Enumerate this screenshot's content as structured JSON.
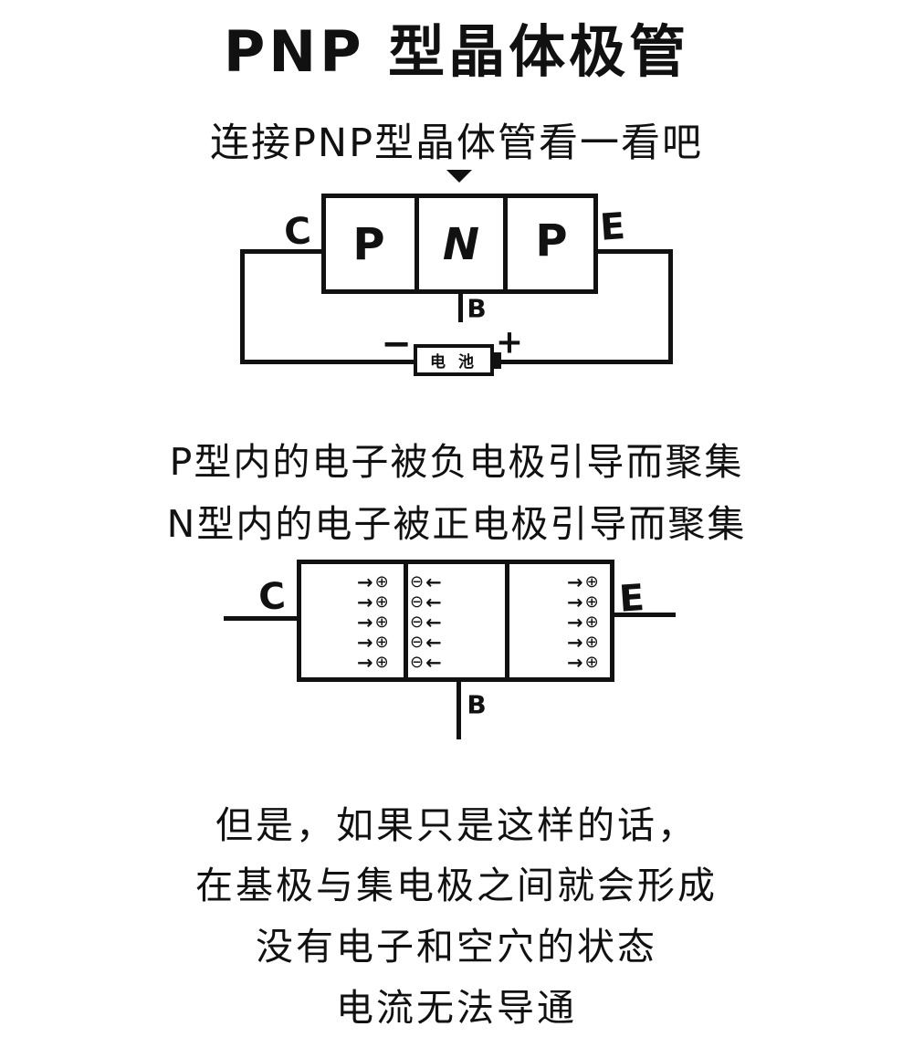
{
  "page": {
    "title": "PNP 型晶体极管",
    "subtitle": "连接PNP型晶体管看一看吧"
  },
  "diagram1": {
    "regions": [
      "P",
      "N",
      "P"
    ],
    "terminals": {
      "collector": "C",
      "emitter": "E",
      "base": "B"
    },
    "battery": {
      "label": "电 池",
      "negative": "−",
      "positive": "+"
    }
  },
  "middle_text": {
    "line1": "P型内的电子被负电极引导而聚集",
    "line2": "N型内的电子被正电极引导而聚集"
  },
  "diagram2": {
    "terminals": {
      "collector": "C",
      "emitter": "E",
      "base": "B"
    },
    "charges": {
      "rows_per_region": 5,
      "regions": [
        {
          "name": "collector-p-region",
          "arrow": "→",
          "carrier": "⊕",
          "order": "arrow-first"
        },
        {
          "name": "base-n-region",
          "arrow": "←",
          "carrier": "⊖",
          "order": "carrier-first"
        },
        {
          "name": "emitter-p-region",
          "arrow": "→",
          "carrier": "⊕",
          "order": "arrow-first"
        }
      ]
    }
  },
  "bottom_text": {
    "line1": "但是，如果只是这样的话，",
    "line2": "在基极与集电极之间就会形成",
    "line3": "没有电子和空穴的状态",
    "line4": "电流无法导通"
  },
  "colors": {
    "ink": "#111111",
    "background": "#ffffff"
  }
}
